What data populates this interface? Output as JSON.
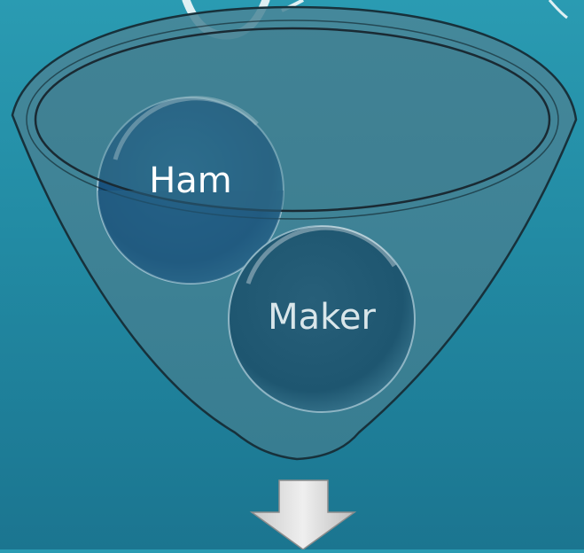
{
  "diagram": {
    "type": "funnel",
    "items": [
      {
        "label": "Ham"
      },
      {
        "label": "Maker"
      }
    ],
    "output": "arrow-down-icon"
  },
  "colors": {
    "background_top": "#2a9bb2",
    "background_bottom": "#1b7590",
    "funnel_fill": "#3f7d8f",
    "funnel_rim": "#1a2a33",
    "circle_ham": "#164e7a",
    "circle_maker": "#1e5670",
    "text_ham": "#ffffff",
    "text_maker": "#d9e6ea",
    "arrow_fill": "#d8d8d8"
  }
}
